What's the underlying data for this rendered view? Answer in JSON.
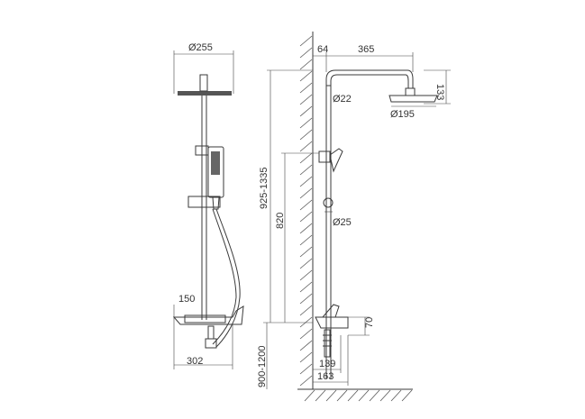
{
  "diagram": {
    "front_view": {
      "head_diameter": "Ø255",
      "mixer_depth": "150",
      "base_width": "302"
    },
    "side_view": {
      "wall_offset": "64",
      "arm_length": "365",
      "head_height": "133",
      "pipe_diameter_top": "Ø22",
      "head_diameter": "Ø195",
      "total_height_range": "925-1335",
      "slide_height": "820",
      "pipe_diameter_lower": "Ø25",
      "mixer_height": "70",
      "outlet_offset_short": "139",
      "outlet_offset_long": "163",
      "floor_height_range": "900-1200"
    }
  }
}
